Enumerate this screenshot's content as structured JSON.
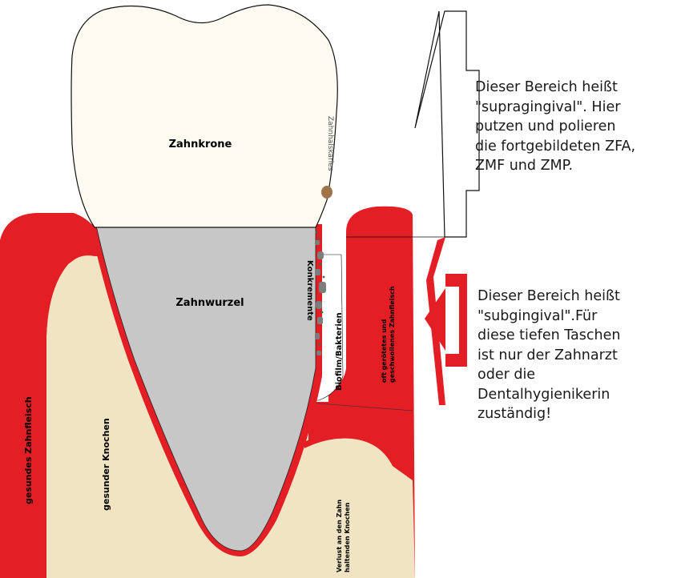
{
  "labels": {
    "crown": "Zahnkrone",
    "root": "Zahnwurzel",
    "enamel_cement": "Zahnhalskaries",
    "concrements": "Konkremente",
    "biofilm": "Biofilm/Bakterien",
    "swollen_gum_1": "oft gerötetes und",
    "swollen_gum_2": "geschwollenes Zahnfleisch",
    "healthy_gum": "gesundes Zahnfleisch",
    "healthy_bone": "gesunder Knochen",
    "bone_loss_1": "Verlust an den Zahn",
    "bone_loss_2": "haltenden Knochen"
  },
  "notes": {
    "supragingival": "Dieser Bereich heißt\n\"supragingival\". Hier\nputzen und polieren\ndie fortgebildeten ZFA,\nZMF und ZMP.",
    "subgingival": "Dieser Bereich heißt\n\"subgingival\".Für\ndiese tiefen Taschen\nist nur der Zahnarzt\noder die\nDentalhygienikerin\nzuständig!"
  },
  "colors": {
    "gum": "#e31e24",
    "bone": "#f1e4c2",
    "crown": "#fdfbf1",
    "root": "#c7c7c7",
    "calculus": "#7d7d7d",
    "caries": "#a0724a",
    "outline": "#111111"
  }
}
